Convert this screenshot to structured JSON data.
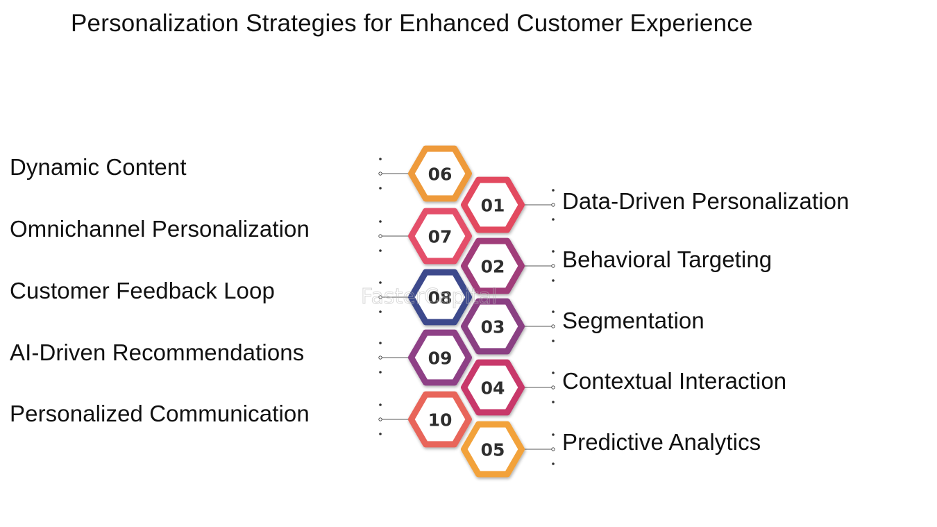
{
  "title": "Personalization Strategies for Enhanced Customer Experience",
  "watermark": "FasterCapital",
  "items": [
    {
      "num": "01",
      "label": "Data-Driven Personalization",
      "color": "#e2485e"
    },
    {
      "num": "02",
      "label": "Behavioral Targeting",
      "color": "#a03d7a"
    },
    {
      "num": "03",
      "label": "Segmentation",
      "color": "#8a3f83"
    },
    {
      "num": "04",
      "label": "Contextual Interaction",
      "color": "#c8376a"
    },
    {
      "num": "05",
      "label": "Predictive Analytics",
      "color": "#f2a23a"
    },
    {
      "num": "06",
      "label": "Dynamic Content",
      "color": "#ee9a3a"
    },
    {
      "num": "07",
      "label": "Omnichannel Personalization",
      "color": "#e4506a"
    },
    {
      "num": "08",
      "label": "Customer Feedback Loop",
      "color": "#3d4a8c"
    },
    {
      "num": "09",
      "label": "AI-Driven Recommendations",
      "color": "#8e3f86"
    },
    {
      "num": "10",
      "label": "Personalized Communication",
      "color": "#e8655a"
    }
  ]
}
